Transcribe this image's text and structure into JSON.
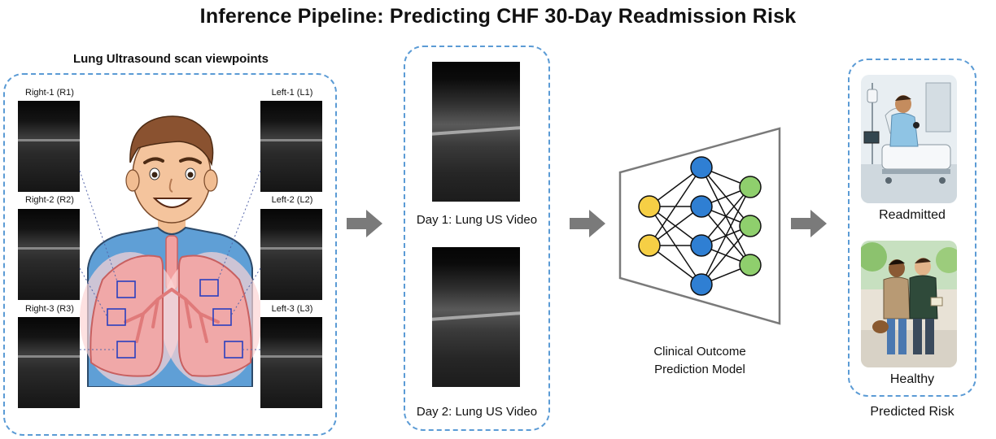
{
  "title": "Inference Pipeline: Predicting CHF 30-Day Readmission Risk",
  "viewpoints": {
    "heading": "Lung Ultrasound scan viewpoints",
    "right": [
      "Right-1 (R1)",
      "Right-2 (R2)",
      "Right-3 (R3)"
    ],
    "left": [
      "Left-1 (L1)",
      "Left-2 (L2)",
      "Left-3 (L3)"
    ]
  },
  "videos": {
    "day1": "Day 1: Lung US Video",
    "day2": "Day 2: Lung US Video"
  },
  "model": {
    "line1": "Clinical Outcome",
    "line2": "Prediction Model",
    "layers": [
      2,
      4,
      3
    ],
    "colors": {
      "input": "#f6cf45",
      "hidden": "#2f7fd3",
      "output": "#8fcf6d"
    }
  },
  "risk": {
    "readmitted": "Readmitted",
    "healthy": "Healthy",
    "caption": "Predicted Risk"
  },
  "colors": {
    "panel_border": "#5b9bd5",
    "arrow": "#7a7a7a",
    "lung": "#f0a8a8",
    "shirt": "#5f9fd6"
  }
}
